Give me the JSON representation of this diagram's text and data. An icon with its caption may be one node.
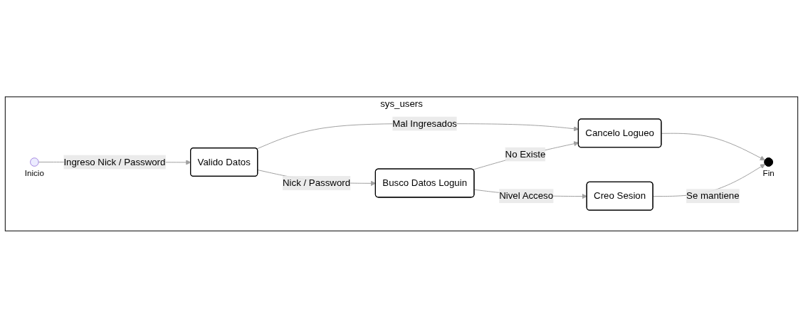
{
  "diagram": {
    "nodes": [
      {
        "text": [
          "sys_users"
        ]
      },
      {
        "text": [],
        "shape": "circle",
        "beside": [
          "Inicio"
        ],
        "in": 0
      },
      {
        "text": [
          "Valido Datos"
        ],
        "in": 0
      },
      {
        "text": [
          "Busco Datos Loguin"
        ],
        "in": 0
      },
      {
        "text": [
          "Cancelo Logueo"
        ],
        "in": 0
      },
      {
        "text": [
          "Creo Sesion"
        ],
        "in": 0
      },
      {
        "text": [],
        "shape": "circle",
        "beside": [
          "Fin"
        ],
        "in": 0
      }
    ],
    "edges": [
      {
        "from": 1,
        "to": 2,
        "arrow": "to",
        "label": "Ingreso Nick / Password"
      },
      {
        "from": 2,
        "to": 3,
        "arrow": "to",
        "label": "Nick / Password"
      },
      {
        "from": 2,
        "to": 4,
        "arrow": "to",
        "label": "Mal Ingresados"
      },
      {
        "from": 3,
        "to": 4,
        "arrow": "to",
        "label": "No Existe"
      },
      {
        "from": 3,
        "to": 5,
        "arrow": "to",
        "label": "Nivel Acceso"
      },
      {
        "from": 4,
        "to": 6,
        "arrow": "to"
      },
      {
        "from": 5,
        "to": 6,
        "arrow": "to",
        "label": "Se mantiene"
      }
    ]
  }
}
